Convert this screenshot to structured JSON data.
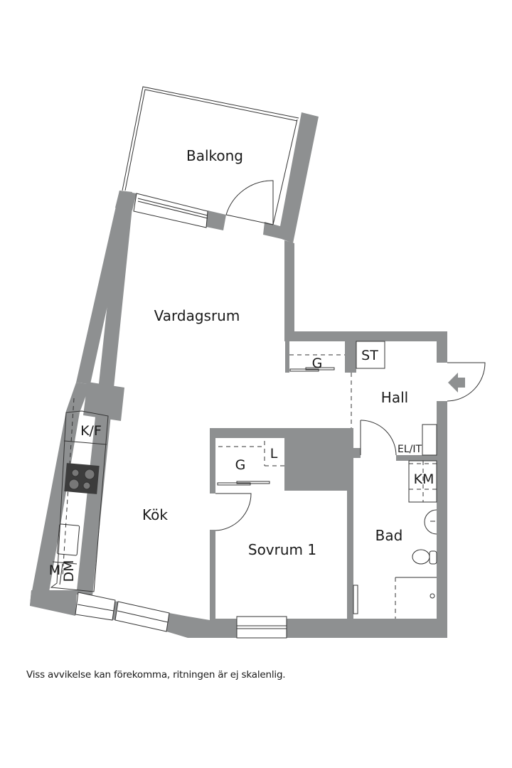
{
  "floorplan": {
    "wall_color": "#8e9091",
    "line_color": "#333333",
    "rooms": [
      {
        "id": "balkong",
        "label": "Balkong"
      },
      {
        "id": "vardagsrum",
        "label": "Vardagsrum"
      },
      {
        "id": "kok",
        "label": "Kök"
      },
      {
        "id": "sovrum1",
        "label": "Sovrum 1"
      },
      {
        "id": "hall",
        "label": "Hall"
      },
      {
        "id": "bad",
        "label": "Bad"
      }
    ],
    "fixtures": {
      "kf": "K/F",
      "m": "M",
      "dm": "DM",
      "g_hall": "G",
      "st": "ST",
      "g_sovrum": "G",
      "l": "L",
      "el_it": "EL/IT",
      "km": "KM"
    },
    "entrance_icon": "entrance-arrow-icon"
  },
  "disclaimer": "Viss avvikelse kan förekomma, ritningen är ej skalenlig."
}
